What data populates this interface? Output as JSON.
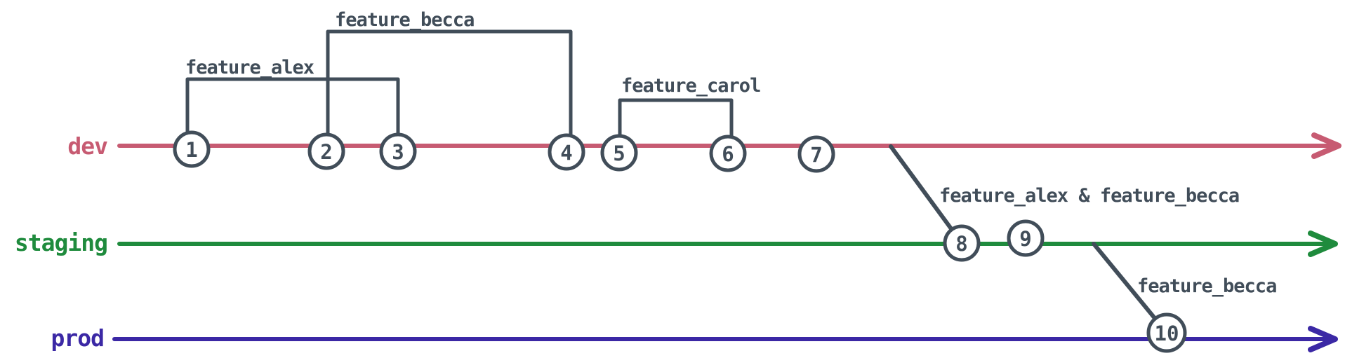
{
  "ink": "#414d59",
  "background": "#ffffff",
  "branches": [
    {
      "name": "dev",
      "color": "#c75b72"
    },
    {
      "name": "staging",
      "color": "#1f8b3d"
    },
    {
      "name": "prod",
      "color": "#3b28a5"
    }
  ],
  "commits": [
    "1",
    "2",
    "3",
    "4",
    "5",
    "6",
    "7",
    "8",
    "9",
    "10"
  ],
  "labels": {
    "feature_alex": "feature_alex",
    "feature_becca_top": "feature_becca",
    "feature_carol": "feature_carol",
    "staging_merge": "feature_alex & feature_becca",
    "prod_merge": "feature_becca"
  }
}
